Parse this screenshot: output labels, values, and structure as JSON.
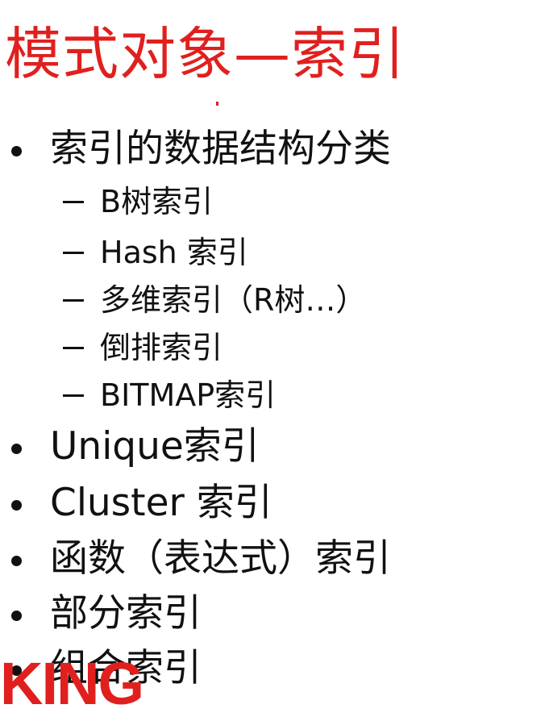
{
  "slide": {
    "title": "模式对象—索引",
    "items": [
      {
        "level": 1,
        "text": "索引的数据结构分类"
      },
      {
        "level": 2,
        "text": "B树索引"
      },
      {
        "level": 2,
        "text": "Hash 索引"
      },
      {
        "level": 2,
        "text": "多维索引（R树…）"
      },
      {
        "level": 2,
        "text": "倒排索引"
      },
      {
        "level": 2,
        "text": "BITMAP索引"
      },
      {
        "level": 1,
        "text": "Unique索引"
      },
      {
        "level": 1,
        "text": "Cluster 索引"
      },
      {
        "level": 1,
        "text": "函数（表达式）索引"
      },
      {
        "level": 1,
        "text": "部分索引"
      },
      {
        "level": 1,
        "text": "组合索引"
      }
    ]
  },
  "logo": {
    "text": "KING"
  },
  "colors": {
    "title": "#e0201e",
    "text": "#111111",
    "logo": "#e0201e",
    "background": "#ffffff"
  }
}
